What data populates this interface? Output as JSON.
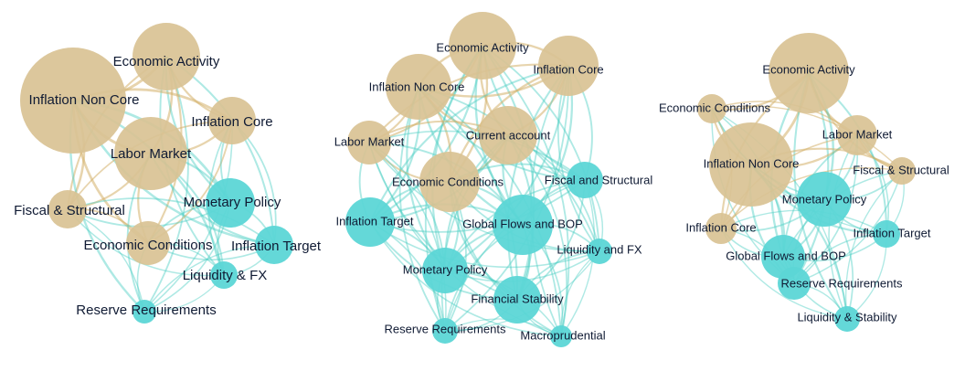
{
  "colors": {
    "macro": "#d9c294",
    "monetary": "#5cd6d6",
    "edge_macro": "#d4b06a",
    "edge_monetary": "#4ccfc4",
    "label": "#0f1a33"
  },
  "networks": [
    {
      "nodes": [
        {
          "id": "econ_activity",
          "label": "Economic Activity",
          "group": "macro"
        },
        {
          "id": "infl_noncore",
          "label": "Inflation Non Core",
          "group": "macro"
        },
        {
          "id": "infl_core",
          "label": "Inflation Core",
          "group": "macro"
        },
        {
          "id": "labor",
          "label": "Labor Market",
          "group": "macro"
        },
        {
          "id": "fiscal",
          "label": "Fiscal & Structural",
          "group": "macro"
        },
        {
          "id": "econ_cond",
          "label": "Economic Conditions",
          "group": "macro"
        },
        {
          "id": "monpol",
          "label": "Monetary Policy",
          "group": "monetary"
        },
        {
          "id": "infl_target",
          "label": "Inflation Target",
          "group": "monetary"
        },
        {
          "id": "liq_fx",
          "label": "Liquidity & FX",
          "group": "monetary"
        },
        {
          "id": "reserve",
          "label": "Reserve Requirements",
          "group": "monetary"
        }
      ]
    },
    {
      "nodes": [
        {
          "id": "econ_activity",
          "label": "Economic Activity",
          "group": "macro"
        },
        {
          "id": "infl_core",
          "label": "Inflation Core",
          "group": "macro"
        },
        {
          "id": "infl_noncore",
          "label": "Inflation Non Core",
          "group": "macro"
        },
        {
          "id": "labor",
          "label": "Labor Market",
          "group": "macro"
        },
        {
          "id": "current",
          "label": "Current account",
          "group": "macro"
        },
        {
          "id": "econ_cond",
          "label": "Economic Conditions",
          "group": "macro"
        },
        {
          "id": "fiscal",
          "label": "Fiscal and Structural",
          "group": "monetary"
        },
        {
          "id": "infl_target",
          "label": "Inflation Target",
          "group": "monetary"
        },
        {
          "id": "global",
          "label": "Global Flows and BOP",
          "group": "monetary"
        },
        {
          "id": "liq_fx",
          "label": "Liquidity and FX",
          "group": "monetary"
        },
        {
          "id": "monpol",
          "label": "Monetary Policy",
          "group": "monetary"
        },
        {
          "id": "finstab",
          "label": "Financial Stability",
          "group": "monetary"
        },
        {
          "id": "reserve",
          "label": "Reserve Requirements",
          "group": "monetary"
        },
        {
          "id": "macropru",
          "label": "Macroprudential",
          "group": "monetary"
        }
      ]
    },
    {
      "nodes": [
        {
          "id": "econ_activity",
          "label": "Economic Activity",
          "group": "macro"
        },
        {
          "id": "econ_cond",
          "label": "Economic Conditions",
          "group": "macro"
        },
        {
          "id": "labor",
          "label": "Labor Market",
          "group": "macro"
        },
        {
          "id": "infl_noncore",
          "label": "Inflation Non Core",
          "group": "macro"
        },
        {
          "id": "fiscal",
          "label": "Fiscal & Structural",
          "group": "macro"
        },
        {
          "id": "monpol",
          "label": "Monetary Policy",
          "group": "monetary"
        },
        {
          "id": "infl_core",
          "label": "Inflation Core",
          "group": "macro"
        },
        {
          "id": "infl_target",
          "label": "Inflation Target",
          "group": "monetary"
        },
        {
          "id": "global",
          "label": "Global Flows and BOP",
          "group": "monetary"
        },
        {
          "id": "reserve",
          "label": "Reserve Requirements",
          "group": "monetary"
        },
        {
          "id": "liq_stab",
          "label": "Liquidity & Stability",
          "group": "monetary"
        }
      ]
    }
  ]
}
